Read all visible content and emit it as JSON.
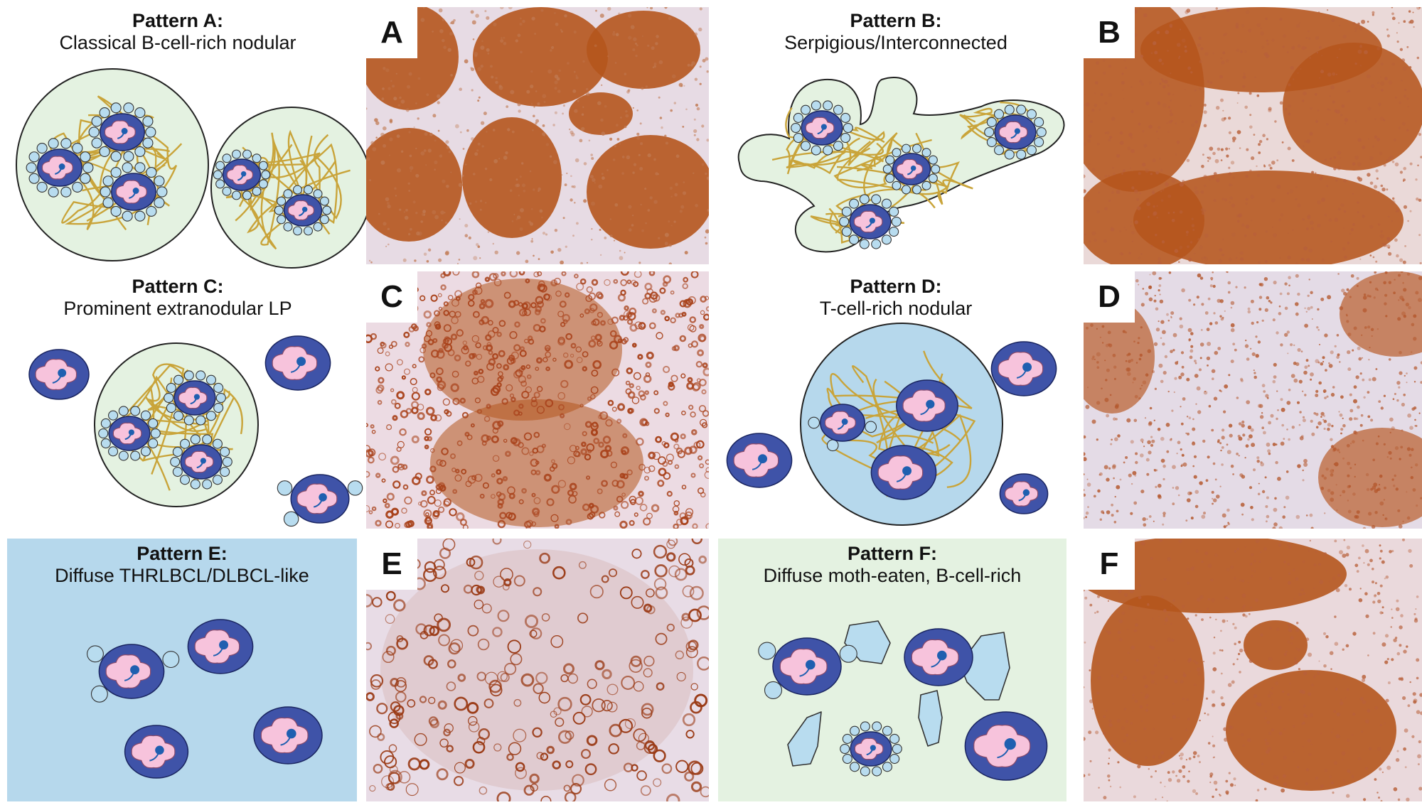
{
  "patterns": [
    {
      "id": "A",
      "title": "Pattern A:",
      "subtitle": "Classical B-cell-rich nodular",
      "photo_label": "A"
    },
    {
      "id": "B",
      "title": "Pattern B:",
      "subtitle": "Serpigious/Interconnected",
      "photo_label": "B"
    },
    {
      "id": "C",
      "title": "Pattern C:",
      "subtitle": "Prominent extranodular LP",
      "photo_label": "C"
    },
    {
      "id": "D",
      "title": "Pattern D:",
      "subtitle": "T-cell-rich nodular",
      "photo_label": "D"
    },
    {
      "id": "E",
      "title": "Pattern E:",
      "subtitle": "Diffuse THRLBCL/DLBCL-like",
      "photo_label": "E"
    },
    {
      "id": "F",
      "title": "Pattern F:",
      "subtitle": "Diffuse moth-eaten, B-cell-rich",
      "photo_label": "F"
    }
  ],
  "colors": {
    "b_cell_bg": "#e4f2e1",
    "t_cell_bg": "#b6d8ec",
    "lp_nucleus": "#f7c3dc",
    "lp_cell": "#3f53a8",
    "nucleolus": "#1f5fb0",
    "rosette": "#b8dcef",
    "fdc_mesh": "#c9a43a",
    "stain": "#b5551d",
    "stain_bg": "#efe6ee"
  }
}
